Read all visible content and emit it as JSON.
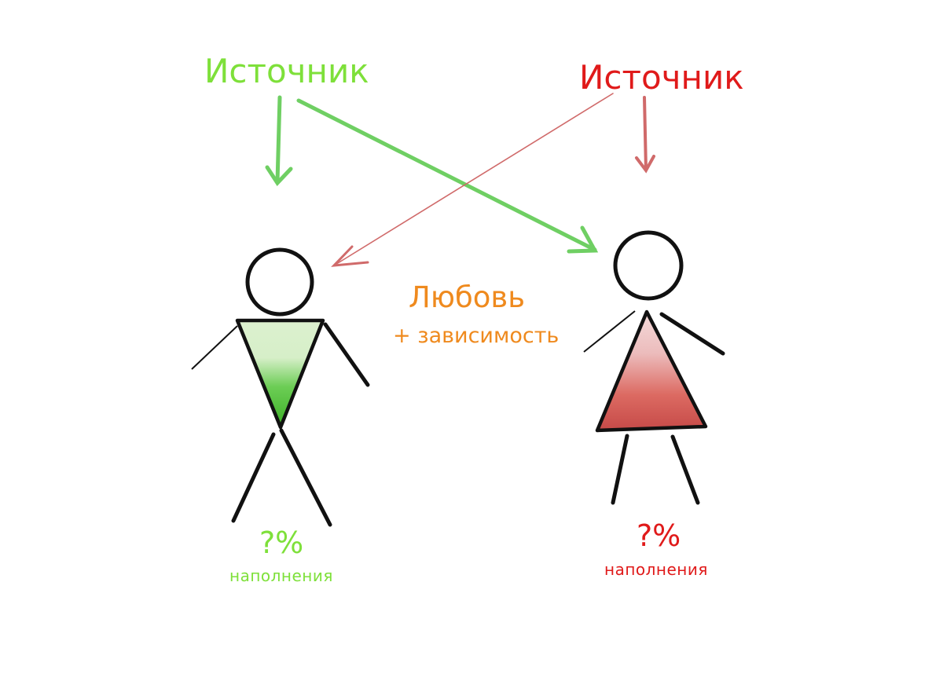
{
  "colors": {
    "green": "#7ee03a",
    "red": "#e01a1a",
    "orange": "#ef8a1e",
    "green_arrow": "#6fcf63",
    "red_arrow": "#d06a6a",
    "figure_stroke": "#111111"
  },
  "sources": {
    "left": {
      "label": "Источник"
    },
    "right": {
      "label": "Источник"
    }
  },
  "center": {
    "title": "Любовь",
    "subtitle": "+ зависимость"
  },
  "figures": {
    "man": {
      "percent": "?%",
      "caption": "наполнения"
    },
    "woman": {
      "percent": "?%",
      "caption": "наполнения"
    }
  }
}
